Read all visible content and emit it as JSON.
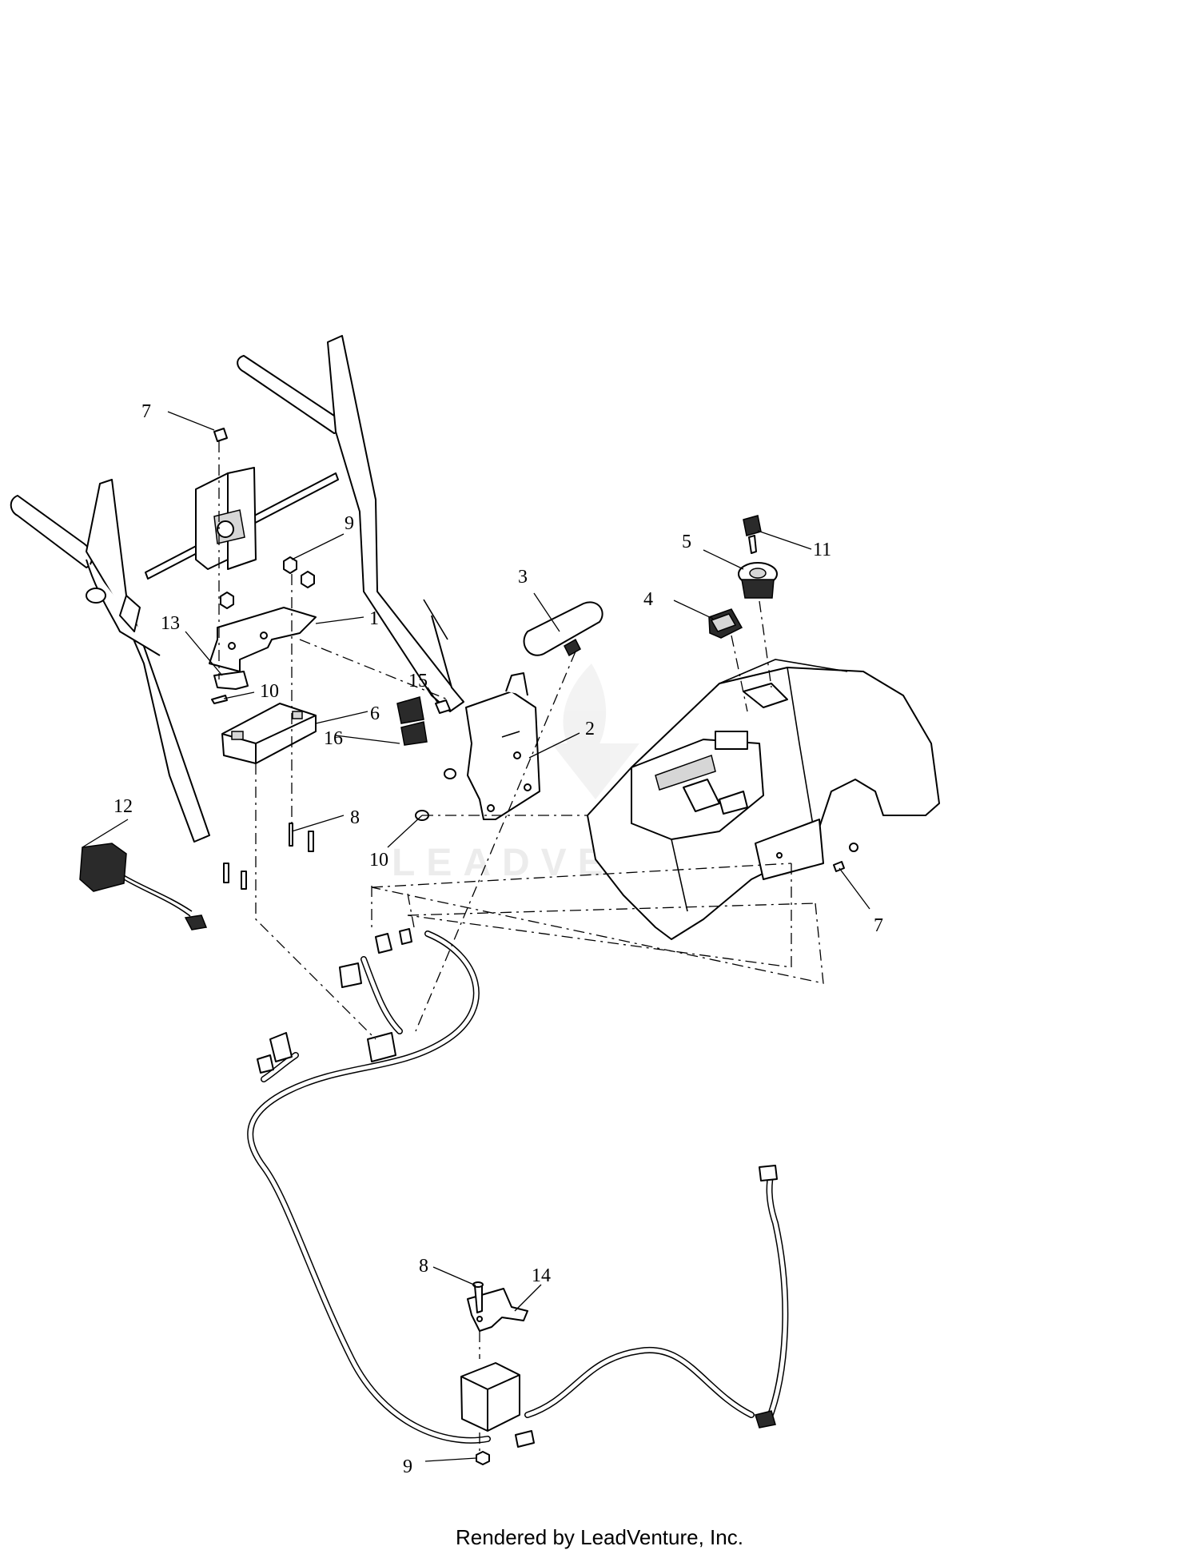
{
  "watermark": "LEADVENTURE",
  "footer": "Rendered by LeadVenture, Inc.",
  "callouts": [
    {
      "id": "label-7-top",
      "text": "7"
    },
    {
      "id": "label-9-top",
      "text": "9"
    },
    {
      "id": "label-1",
      "text": "1"
    },
    {
      "id": "label-13",
      "text": "13"
    },
    {
      "id": "label-10-left",
      "text": "10"
    },
    {
      "id": "label-6",
      "text": "6"
    },
    {
      "id": "label-12",
      "text": "12"
    },
    {
      "id": "label-8-mid",
      "text": "8"
    },
    {
      "id": "label-10-mid",
      "text": "10"
    },
    {
      "id": "label-15",
      "text": "15"
    },
    {
      "id": "label-16",
      "text": "16"
    },
    {
      "id": "label-3",
      "text": "3"
    },
    {
      "id": "label-2",
      "text": "2"
    },
    {
      "id": "label-4",
      "text": "4"
    },
    {
      "id": "label-5",
      "text": "5"
    },
    {
      "id": "label-11",
      "text": "11"
    },
    {
      "id": "label-7-right",
      "text": "7"
    },
    {
      "id": "label-8-bottom",
      "text": "8"
    },
    {
      "id": "label-14",
      "text": "14"
    },
    {
      "id": "label-9-bottom",
      "text": "9"
    }
  ]
}
